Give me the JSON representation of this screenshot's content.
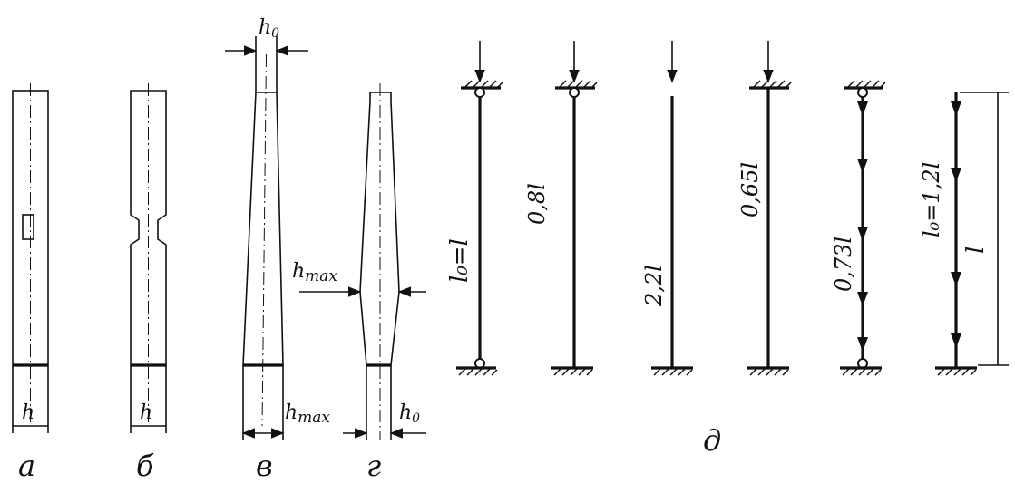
{
  "figure": {
    "panel_labels": {
      "a": "а",
      "b": "б",
      "v": "в",
      "g": "г",
      "d": "д"
    },
    "section_labels": {
      "h_a": "h",
      "h_b": "h",
      "h0_top_v": "h",
      "h0_top_v_sub": "0",
      "hmax_v": "h",
      "hmax_v_sub": "max",
      "hmax_g": "h",
      "hmax_g_sub": "max",
      "h0_g": "h",
      "h0_g_sub": "0"
    },
    "column_labels": {
      "c1": "l₀=l",
      "c2": "0,8l",
      "c3": "2,2l",
      "c4": "0,65l",
      "c5": "0,73l",
      "c6": "l₀=1,2l",
      "c6_length": "l"
    }
  }
}
